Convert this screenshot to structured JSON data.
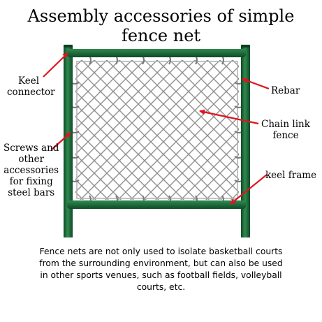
{
  "title": {
    "line1": "Assembly accessories of simple",
    "line2": "fence net"
  },
  "labels": {
    "keel_connector": {
      "line1": "Keel",
      "line2": "connector"
    },
    "rebar": "Rebar",
    "chain_link": {
      "line1": "Chain link",
      "line2": "fence"
    },
    "screws": {
      "line1": "Screws and",
      "line2": "other",
      "line3": "accessories",
      "line4": "for fixing",
      "line5": "steel bars"
    },
    "keel_frame": "keel frame"
  },
  "caption": {
    "line1": "Fence nets are not only used to isolate basketball courts",
    "line2": "from the surrounding environment, but can also be used",
    "line3": "in other sports venues, such as football fields, volleyball",
    "line4": "courts, etc."
  },
  "colors": {
    "frame_green": "#1f6b3b",
    "mesh": "#9a9a9a",
    "arrow": "#e0141e"
  }
}
